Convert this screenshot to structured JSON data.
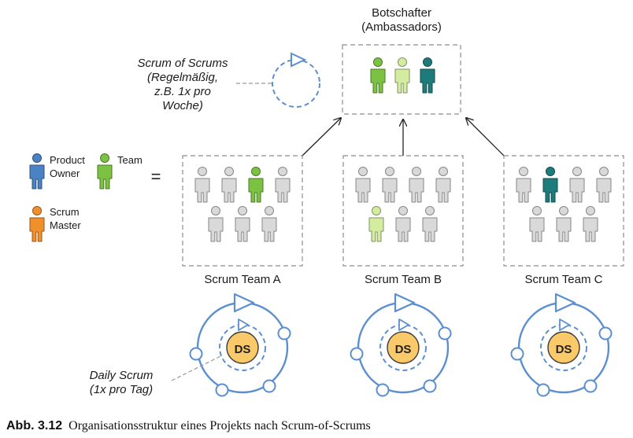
{
  "colors": {
    "product_owner": "#4a82c4",
    "scrum_master": "#f0902c",
    "team": "#7cc242",
    "team_light": "#d4eca0",
    "teal": "#1e7b7b",
    "member": "#d9d9d9",
    "cycle": "#5b8fd0",
    "ds_fill": "#f9c96a",
    "frame": "#8c8c8c"
  },
  "ambassadors": {
    "title_line1": "Botschafter",
    "title_line2": "(Ambassadors)"
  },
  "scrum_of_scrums": {
    "line1": "Scrum of Scrums",
    "line2": "(Regelmäßig,",
    "line3": "z.B. 1x pro",
    "line4": "Woche)"
  },
  "legend": {
    "product_owner_l1": "Product",
    "product_owner_l2": "Owner",
    "team": "Team",
    "scrum_master_l1": "Scrum",
    "scrum_master_l2": "Master",
    "equals": "="
  },
  "teams": [
    {
      "label": "Scrum Team A",
      "highlight": "team"
    },
    {
      "label": "Scrum Team B",
      "highlight": "team_light"
    },
    {
      "label": "Scrum Team C",
      "highlight": "teal"
    }
  ],
  "daily_scrum": {
    "badge": "DS",
    "line1": "Daily Scrum",
    "line2": "(1x pro Tag)"
  },
  "caption": {
    "number": "Abb. 3.12",
    "text": "Organisationsstruktur eines Projekts nach Scrum-of-Scrums"
  }
}
